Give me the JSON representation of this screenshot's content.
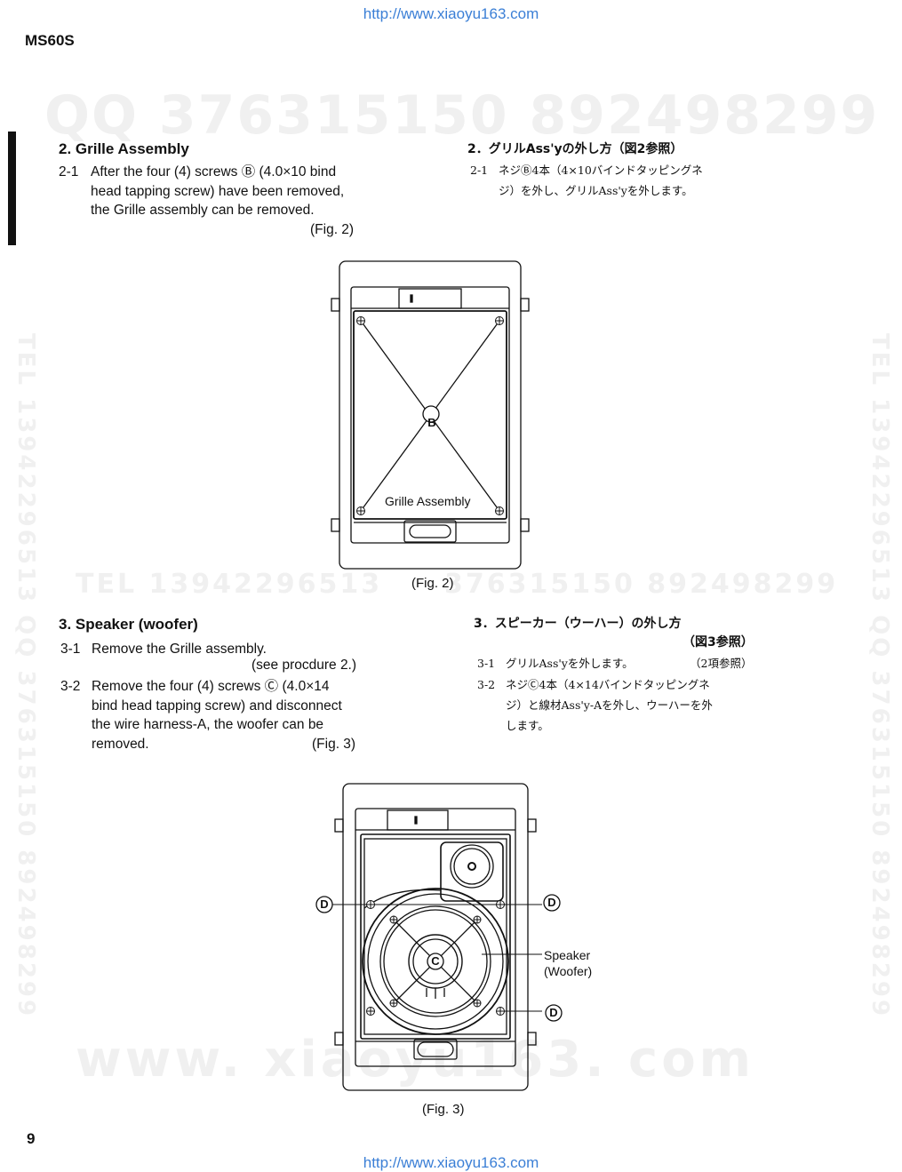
{
  "header": {
    "url": "http://www.xiaoyu163.com",
    "model": "MS60S"
  },
  "footer": {
    "url": "http://www.xiaoyu163.com",
    "page_number": "9"
  },
  "watermarks": {
    "top": "QQ 376315150   892498299",
    "mid_left": "TEL  13942296513",
    "mid_right": "376315150  892498299",
    "bottom": "www. xiaoyu163. com",
    "side_left": "TEL 13942296513  QQ 376315150  892498299",
    "side_right": "TEL 13942296513  QQ 376315150  892498299"
  },
  "section2": {
    "title": "2. Grille Assembly",
    "step_1_num": "2-1",
    "step_1_lines": [
      "After the four (4) screws Ⓑ (4.0×10 bind",
      "head tapping screw) have been removed,",
      "the Grille assembly can be removed."
    ],
    "fig_ref": "(Fig. 2)",
    "jp_title": "2．グリルAss'yの外し方（図2参照）",
    "jp_step_1_num": "2-1",
    "jp_step_1_lines": [
      "ネジⒷ4本（4×10バインドタッピングネ",
      "ジ）を外し、グリルAss'yを外します。"
    ],
    "figure": {
      "label_screw": "B",
      "label_grille": "Grille Assembly",
      "caption": "(Fig. 2)"
    }
  },
  "section3": {
    "title": "3. Speaker (woofer)",
    "step_1_num": "3-1",
    "step_1_line": "Remove the Grille assembly.",
    "step_1_ref": "(see procdure 2.)",
    "step_2_num": "3-2",
    "step_2_lines": [
      "Remove the four (4) screws Ⓒ (4.0×14",
      "bind head tapping screw) and disconnect",
      "the wire harness-A, the woofer can be",
      "removed."
    ],
    "fig_ref": "(Fig. 3)",
    "jp_title": "3．スピーカー（ウーハー）の外し方",
    "jp_title_ref": "（図3参照）",
    "jp_step_1_num": "3-1",
    "jp_step_1": "グリルAss'yを外します。",
    "jp_step_1_ref": "（2項参照）",
    "jp_step_2_num": "3-2",
    "jp_step_2_lines": [
      "ネジⒸ4本（4×14バインドタッピングネ",
      "ジ）と線材Ass'y-Aを外し、ウーハーを外",
      "します。"
    ],
    "figure": {
      "label_d": "D",
      "label_c": "C",
      "label_speaker_1": "Speaker",
      "label_speaker_2": "(Woofer)",
      "caption": "(Fig. 3)"
    }
  }
}
